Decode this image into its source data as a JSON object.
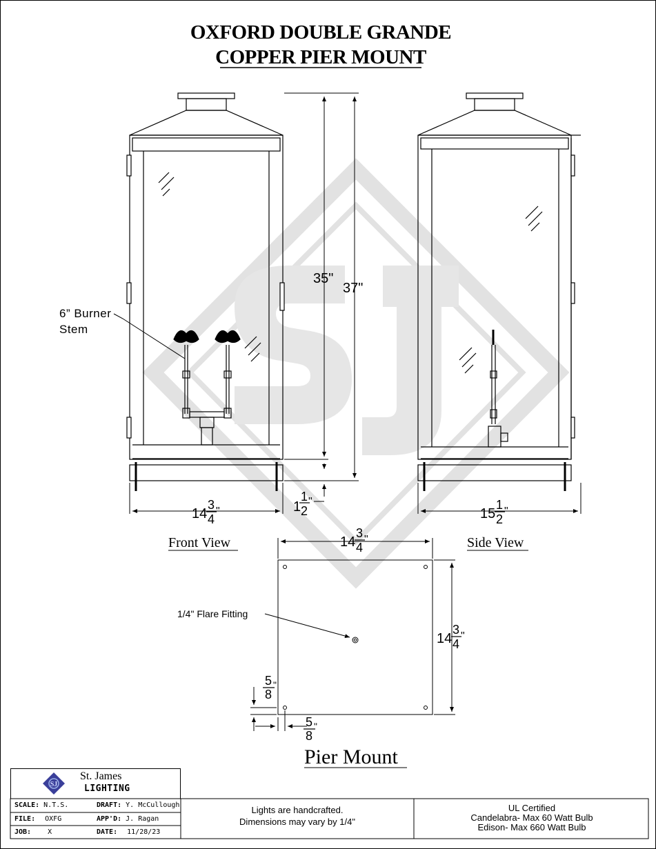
{
  "title": {
    "line1": "OXFORD DOUBLE GRANDE",
    "line2": "COPPER PIER MOUNT"
  },
  "views": {
    "front_label": "Front View",
    "side_label": "Side View",
    "pier_label": "Pier Mount"
  },
  "dimensions": {
    "height_body": "35\"",
    "height_total": "37\"",
    "front_width_whole": "14",
    "front_width_num": "3",
    "front_width_den": "4",
    "base_whole": "",
    "base_num": "1",
    "base_den": "2",
    "base_prefix": "1",
    "side_width_whole": "15",
    "side_width_num": "1",
    "side_width_den": "2",
    "pier_top_whole": "14",
    "pier_top_num": "3",
    "pier_top_den": "4",
    "pier_right_whole": "14",
    "pier_right_num": "3",
    "pier_right_den": "4",
    "offset_num": "5",
    "offset_den": "8",
    "inch_mark": "\""
  },
  "callouts": {
    "burner_stem_line1": "6” Burner",
    "burner_stem_line2": "Stem",
    "flare_fitting": "1/4\" Flare Fitting"
  },
  "title_block": {
    "company_line1": "St. James",
    "company_line2": "LIGHTING",
    "logo_icon": "sj-diamond-logo",
    "scale_label": "SCALE:",
    "scale_value": "N.T.S.",
    "draft_label": "DRAFT:",
    "draft_value": "Y. McCullough",
    "file_label": "FILE:",
    "file_value": "OXFG",
    "appd_label": "APP'D:",
    "appd_value": "J. Ragan",
    "job_label": "JOB:",
    "job_value": "X",
    "date_label": "DATE:",
    "date_value": "11/28/23",
    "notes_line1": "Lights are handcrafted.",
    "notes_line2": "Dimensions may vary by 1/4\"",
    "cert_line1": "UL Certified",
    "cert_line2": "Candelabra- Max 60 Watt Bulb",
    "cert_line3": "Edison- Max 660 Watt Bulb"
  },
  "colors": {
    "line": "#000000",
    "watermark": "#e4e4e4",
    "logo_blue": "#3a3f9a"
  }
}
